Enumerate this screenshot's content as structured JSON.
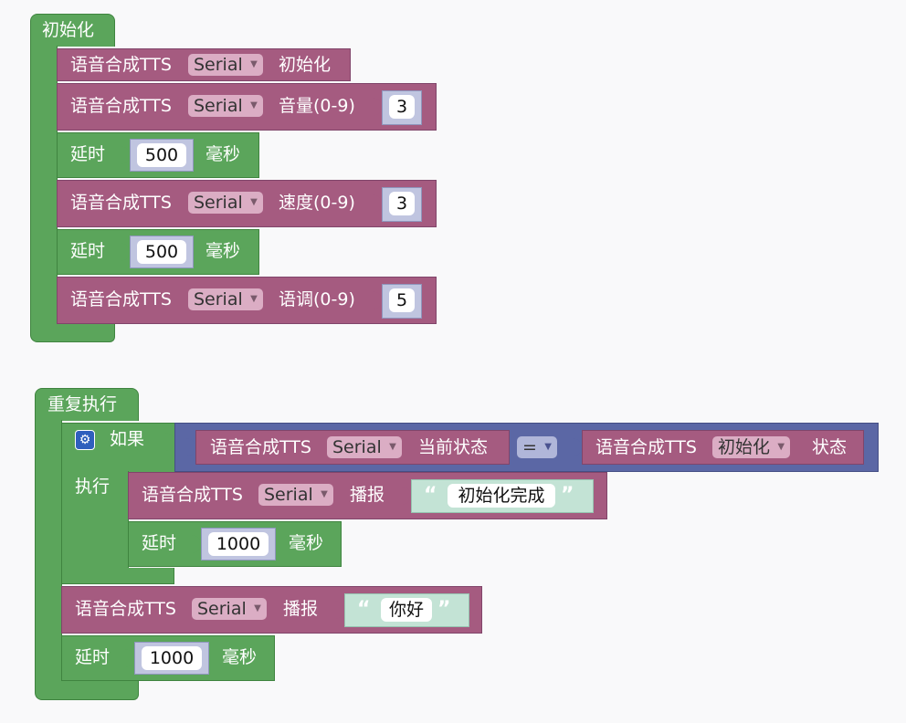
{
  "setup": {
    "hat_label": "初始化",
    "tts_prefix": "语音合成TTS",
    "serial_option": "Serial",
    "init_label": "初始化",
    "volume_label": "音量(0-9)",
    "volume_value": "3",
    "delay1_label": "延时",
    "delay1_value": "500",
    "delay1_unit": "毫秒",
    "speed_label": "速度(0-9)",
    "speed_value": "3",
    "delay2_label": "延时",
    "delay2_value": "500",
    "delay2_unit": "毫秒",
    "tone_label": "语调(0-9)",
    "tone_value": "5"
  },
  "loop": {
    "hat_label": "重复执行",
    "if_label": "如果",
    "do_label": "执行",
    "tts_prefix": "语音合成TTS",
    "serial_option": "Serial",
    "state_label": "当前状态",
    "operator": "=",
    "state_option": "初始化",
    "state_suffix": "状态",
    "speak_label": "播报",
    "speak_text1": "初始化完成",
    "delay3_label": "延时",
    "delay3_value": "1000",
    "delay3_unit": "毫秒",
    "speak_text2": "你好",
    "delay4_label": "延时",
    "delay4_value": "1000",
    "delay4_unit": "毫秒"
  },
  "colors": {
    "logic_green": "#5ba55b",
    "tts_purple": "#a55b80",
    "compare_blue": "#5b67a5",
    "canvas": "#f9f9fa"
  }
}
